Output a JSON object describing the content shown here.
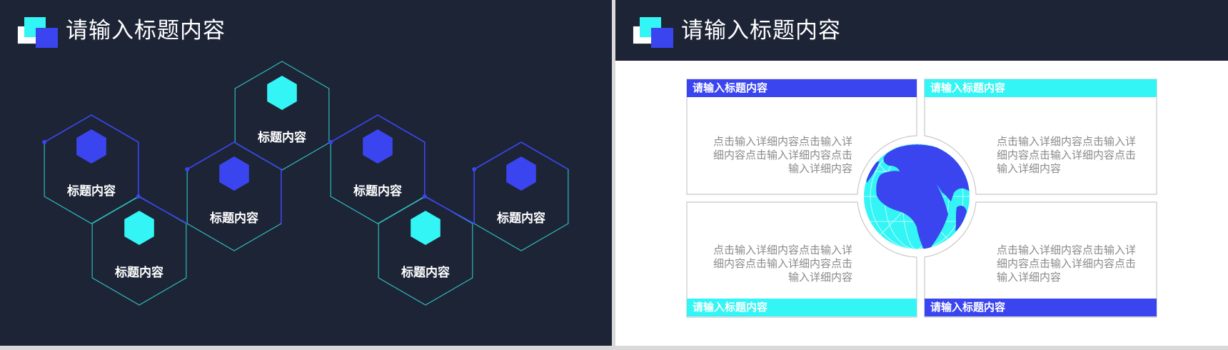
{
  "colors": {
    "dark_bg": "#1d2436",
    "accent_blue": "#3a45f0",
    "accent_cyan": "#33f5f5",
    "hex_outline": "#2fb8b8",
    "body_text": "#8a8a8a"
  },
  "slides": [
    {
      "title": "请输入标题内容",
      "logo_icon": "stacked-squares-logo",
      "hexagons": [
        {
          "label": "标题内容",
          "inner_color": "blue"
        },
        {
          "label": "标题内容",
          "inner_color": "cyan"
        },
        {
          "label": "标题内容",
          "inner_color": "blue"
        },
        {
          "label": "标题内容",
          "inner_color": "cyan"
        },
        {
          "label": "标题内容",
          "inner_color": "blue"
        },
        {
          "label": "标题内容",
          "inner_color": "cyan"
        },
        {
          "label": "标题内容",
          "inner_color": "blue"
        }
      ]
    },
    {
      "title": "请输入标题内容",
      "logo_icon": "stacked-squares-logo",
      "center_icon": "globe-icon",
      "panels": [
        {
          "heading": "请输入标题内容",
          "heading_color": "blue",
          "body": "点击输入详细内容点击输入详细内容点击输入详细内容点击输入详细内容",
          "lines": [
            "点击输入详细内容点击输入详",
            "细内容点击输入详细内容点击",
            "输入详细内容"
          ]
        },
        {
          "heading": "请输入标题内容",
          "heading_color": "cyan",
          "body": "点击输入详细内容点击输入详细内容点击输入详细内容点击输入详细内容",
          "lines": [
            "点击输入详细内容点击输入详",
            "细内容点击输入详细内容点击",
            "输入详细内容"
          ]
        },
        {
          "heading": "请输入标题内容",
          "heading_color": "cyan",
          "body": "点击输入详细内容点击输入详细内容点击输入详细内容点击输入详细内容",
          "lines": [
            "点击输入详细内容点击输入详",
            "细内容点击输入详细内容点击",
            "输入详细内容"
          ]
        },
        {
          "heading": "请输入标题内容",
          "heading_color": "blue",
          "body": "点击输入详细内容点击输入详细内容点击输入详细内容点击输入详细内容",
          "lines": [
            "点击输入详细内容点击输入详",
            "细内容点击输入详细内容点击",
            "输入详细内容"
          ]
        }
      ]
    }
  ]
}
